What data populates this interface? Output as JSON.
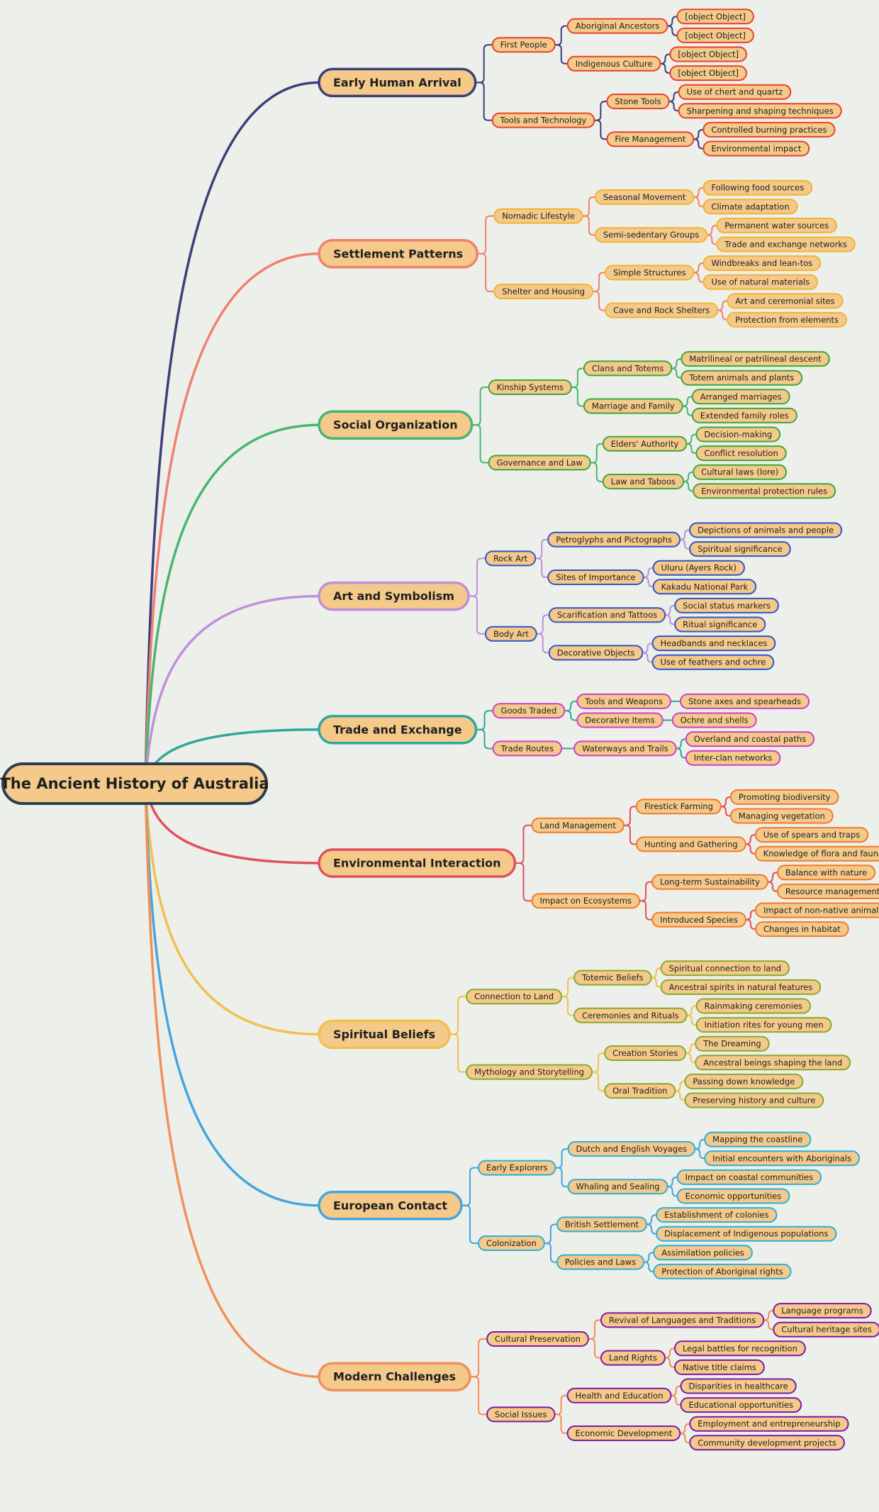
{
  "diagram": {
    "node_fill": "#f4c98a",
    "text_color": "#1f1f1f",
    "root": {
      "label": "The Ancient History of Australia",
      "border_color": "#2c3e50"
    },
    "branches": [
      {
        "label": "Early Human Arrival",
        "color": "#3d3f7a",
        "leaf_color": "#e8412c",
        "children": [
          {
            "label": "First People",
            "children": [
              {
                "label": "Aboriginal Ancestors",
                "children": [
                  {
                    "label": "Migration from Asia",
                    "children": [
                      "Sea-crossing theories",
                      "Land bridge theories"
                    ]
                  },
                  {
                    "label": "Arrival Time",
                    "children": [
                      "Disputed timelines",
                      "Archaeological evidence"
                    ]
                  }
                ]
              },
              {
                "label": "Indigenous Culture",
                "children": [
                  {
                    "label": "Dreamtime Stories",
                    "children": [
                      "Creation myths",
                      "Ancestral spirits"
                    ]
                  },
                  {
                    "label": "Language Diversity",
                    "children": [
                      "Hundreds of languages",
                      "Isolated development"
                    ]
                  }
                ]
              }
            ]
          },
          {
            "label": "Tools and Technology",
            "children": [
              {
                "label": "Stone Tools",
                "children": [
                  "Use of chert and quartz",
                  "Sharpening and shaping techniques"
                ]
              },
              {
                "label": "Fire Management",
                "children": [
                  "Controlled burning practices",
                  "Environmental impact"
                ]
              }
            ]
          }
        ]
      },
      {
        "label": "Settlement Patterns",
        "color": "#f08070",
        "leaf_color": "#f0b433",
        "children": [
          {
            "label": "Nomadic Lifestyle",
            "children": [
              {
                "label": "Seasonal Movement",
                "children": [
                  "Following food sources",
                  "Climate adaptation"
                ]
              },
              {
                "label": "Semi-sedentary Groups",
                "children": [
                  "Permanent water sources",
                  "Trade and exchange networks"
                ]
              }
            ]
          },
          {
            "label": "Shelter and Housing",
            "children": [
              {
                "label": "Simple Structures",
                "children": [
                  "Windbreaks and lean-tos",
                  "Use of natural materials"
                ]
              },
              {
                "label": "Cave and Rock Shelters",
                "children": [
                  "Art and ceremonial sites",
                  "Protection from elements"
                ]
              }
            ]
          }
        ]
      },
      {
        "label": "Social Organization",
        "color": "#48b574",
        "leaf_color": "#3aa83a",
        "children": [
          {
            "label": "Kinship Systems",
            "children": [
              {
                "label": "Clans and Totems",
                "children": [
                  "Matrilineal or patrilineal descent",
                  "Totem animals and plants"
                ]
              },
              {
                "label": "Marriage and Family",
                "children": [
                  "Arranged marriages",
                  "Extended family roles"
                ]
              }
            ]
          },
          {
            "label": "Governance and Law",
            "children": [
              {
                "label": "Elders' Authority",
                "children": [
                  "Decision-making",
                  "Conflict resolution"
                ]
              },
              {
                "label": "Law and Taboos",
                "children": [
                  "Cultural laws (lore)",
                  "Environmental protection rules"
                ]
              }
            ]
          }
        ]
      },
      {
        "label": "Art and Symbolism",
        "color": "#c08fdc",
        "leaf_color": "#2f55c8",
        "children": [
          {
            "label": "Rock Art",
            "children": [
              {
                "label": "Petroglyphs and Pictographs",
                "children": [
                  "Depictions of animals and people",
                  "Spiritual significance"
                ]
              },
              {
                "label": "Sites of Importance",
                "children": [
                  "Uluru (Ayers Rock)",
                  "Kakadu National Park"
                ]
              }
            ]
          },
          {
            "label": "Body Art",
            "children": [
              {
                "label": "Scarification and Tattoos",
                "children": [
                  "Social status markers",
                  "Ritual significance"
                ]
              },
              {
                "label": "Decorative Objects",
                "children": [
                  "Headbands and necklaces",
                  "Use of feathers and ochre"
                ]
              }
            ]
          }
        ]
      },
      {
        "label": "Trade and Exchange",
        "color": "#2ea89a",
        "leaf_color": "#cc3fcc",
        "children": [
          {
            "label": "Goods Traded",
            "children": [
              {
                "label": "Tools and Weapons",
                "children": [
                  "Stone axes and spearheads"
                ]
              },
              {
                "label": "Decorative Items",
                "children": [
                  "Ochre and shells"
                ]
              }
            ]
          },
          {
            "label": "Trade Routes",
            "children": [
              {
                "label": "Waterways and Trails",
                "children": [
                  "Overland and coastal paths",
                  "Inter-clan networks"
                ]
              }
            ]
          }
        ]
      },
      {
        "label": "Environmental Interaction",
        "color": "#e0505e",
        "leaf_color": "#f07a2a",
        "children": [
          {
            "label": "Land Management",
            "children": [
              {
                "label": "Firestick Farming",
                "children": [
                  "Promoting biodiversity",
                  "Managing vegetation"
                ]
              },
              {
                "label": "Hunting and Gathering",
                "children": [
                  "Use of spears and traps",
                  "Knowledge of flora and fauna"
                ]
              }
            ]
          },
          {
            "label": "Impact on Ecosystems",
            "children": [
              {
                "label": "Long-term Sustainability",
                "children": [
                  "Balance with nature",
                  "Resource management"
                ]
              },
              {
                "label": "Introduced Species",
                "children": [
                  "Impact of non-native animals",
                  "Changes in habitat"
                ]
              }
            ]
          }
        ]
      },
      {
        "label": "Spiritual Beliefs",
        "color": "#f0c050",
        "leaf_color": "#8aa830",
        "children": [
          {
            "label": "Connection to Land",
            "children": [
              {
                "label": "Totemic Beliefs",
                "children": [
                  "Spiritual connection to land",
                  "Ancestral spirits in natural features"
                ]
              },
              {
                "label": "Ceremonies and Rituals",
                "children": [
                  "Rainmaking ceremonies",
                  "Initiation rites for young men"
                ]
              }
            ]
          },
          {
            "label": "Mythology and Storytelling",
            "children": [
              {
                "label": "Creation Stories",
                "children": [
                  "The Dreaming",
                  "Ancestral beings shaping the land"
                ]
              },
              {
                "label": "Oral Tradition",
                "children": [
                  "Passing down knowledge",
                  "Preserving history and culture"
                ]
              }
            ]
          }
        ]
      },
      {
        "label": "European Contact",
        "color": "#48a4dc",
        "leaf_color": "#2ab0d8",
        "children": [
          {
            "label": "Early Explorers",
            "children": [
              {
                "label": "Dutch and English Voyages",
                "children": [
                  "Mapping the coastline",
                  "Initial encounters with Aboriginals"
                ]
              },
              {
                "label": "Whaling and Sealing",
                "children": [
                  "Impact on coastal communities",
                  "Economic opportunities"
                ]
              }
            ]
          },
          {
            "label": "Colonization",
            "children": [
              {
                "label": "British Settlement",
                "children": [
                  "Establishment of colonies",
                  "Displacement of Indigenous populations"
                ]
              },
              {
                "label": "Policies and Laws",
                "children": [
                  "Assimilation policies",
                  "Protection of Aboriginal rights"
                ]
              }
            ]
          }
        ]
      },
      {
        "label": "Modern Challenges",
        "color": "#f0905a",
        "leaf_color": "#7a1aa8",
        "children": [
          {
            "label": "Cultural Preservation",
            "children": [
              {
                "label": "Revival of Languages and Traditions",
                "children": [
                  "Language programs",
                  "Cultural heritage sites"
                ]
              },
              {
                "label": "Land Rights",
                "children": [
                  "Legal battles for recognition",
                  "Native title claims"
                ]
              }
            ]
          },
          {
            "label": "Social Issues",
            "children": [
              {
                "label": "Health and Education",
                "children": [
                  "Disparities in healthcare",
                  "Educational opportunities"
                ]
              },
              {
                "label": "Economic Development",
                "children": [
                  "Employment and entrepreneurship",
                  "Community development projects"
                ]
              }
            ]
          }
        ]
      }
    ]
  }
}
